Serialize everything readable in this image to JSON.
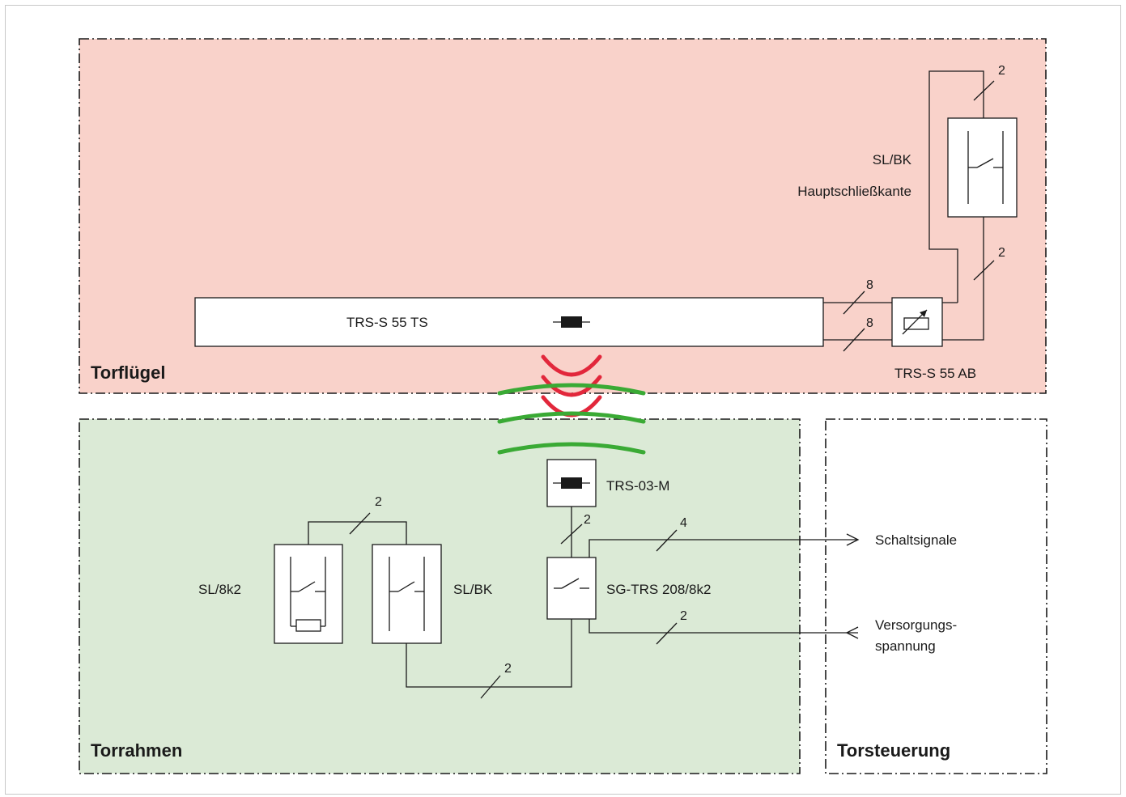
{
  "zones": {
    "torfluegel": {
      "title": "Torflügel",
      "fill": "#f9d2ca"
    },
    "torrahmen": {
      "title": "Torrahmen",
      "fill": "#dbead6"
    },
    "torsteuerung": {
      "title": "Torsteuerung",
      "fill": "#ffffff"
    }
  },
  "components": {
    "sl_bk_main": {
      "label": "SL/BK",
      "sublabel": "Hauptschließkante"
    },
    "trs_s55ts": {
      "label": "TRS-S 55 TS"
    },
    "trs_s55ab": {
      "label": "TRS-S 55 AB"
    },
    "trs_03m": {
      "label": "TRS-03-M"
    },
    "sl_8k2": {
      "label": "SL/8k2"
    },
    "sl_bk_frame": {
      "label": "SL/BK"
    },
    "sg_trs": {
      "label": "SG-TRS 208/8k2"
    }
  },
  "wire_counts": {
    "main_edge_top": "2",
    "main_edge_right": "2",
    "ts_upper": "8",
    "ts_lower": "8",
    "frame_edges_top": "2",
    "sensor_to_sg": "2",
    "signals": "4",
    "supply": "2",
    "frame_edge_bottom": "2"
  },
  "outputs": {
    "signals": "Schaltsignale",
    "supply_line1": "Versorgungs-",
    "supply_line2": "spannung"
  },
  "colors": {
    "wireless_red": "#e2273b",
    "wireless_green": "#3aaa35",
    "ink": "#1a1a1a"
  }
}
